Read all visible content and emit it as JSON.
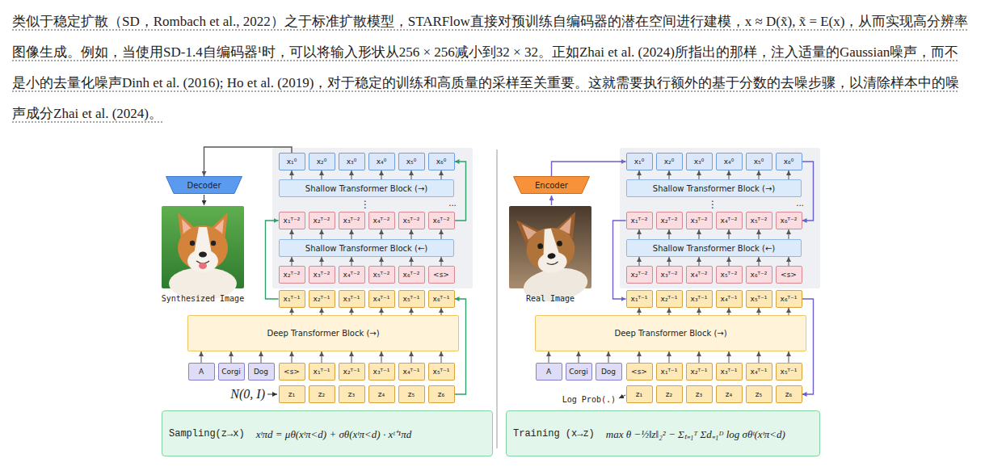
{
  "diagram": {
    "nodes": [
      {
        "text": [
          "Decoder"
        ]
      },
      {
        "text": [
          "x₁⁰"
        ]
      },
      {
        "text": [
          "x₂⁰"
        ]
      },
      {
        "text": [
          "x₃⁰"
        ]
      },
      {
        "text": [
          "x₄⁰"
        ]
      },
      {
        "text": [
          "x₅⁰"
        ]
      },
      {
        "text": [
          "x₆⁰"
        ]
      },
      {
        "text": [
          "Shallow Transformer Block (→)"
        ]
      },
      {
        "text": [
          "x₁ᵀ⁻²"
        ]
      },
      {
        "text": [
          "x₂ᵀ⁻²"
        ]
      },
      {
        "text": [
          "x₃ᵀ⁻²"
        ]
      },
      {
        "text": [
          "x₄ᵀ⁻²"
        ]
      },
      {
        "text": [
          "x₅ᵀ⁻²"
        ]
      },
      {
        "text": [
          "x₆ᵀ⁻²"
        ]
      },
      {
        "text": [
          "Shallow Transformer Block (←)"
        ]
      },
      {
        "text": [
          "x₂ᵀ⁻²"
        ]
      },
      {
        "text": [
          "x₃ᵀ⁻²"
        ]
      },
      {
        "text": [
          "x₄ᵀ⁻²"
        ]
      },
      {
        "text": [
          "x₅ᵀ⁻²"
        ]
      },
      {
        "text": [
          "x₆ᵀ⁻²"
        ]
      },
      {
        "text": [
          "<s>"
        ]
      },
      {
        "text": [
          "x₁ᵀ⁻¹"
        ]
      },
      {
        "text": [
          "x₂ᵀ⁻¹"
        ]
      },
      {
        "text": [
          "x₃ᵀ⁻¹"
        ]
      },
      {
        "text": [
          "x₄ᵀ⁻¹"
        ]
      },
      {
        "text": [
          "x₅ᵀ⁻¹"
        ]
      },
      {
        "text": [
          "x₆ᵀ⁻¹"
        ]
      },
      {
        "text": [
          "Deep Transformer Block (→)"
        ]
      },
      {
        "text": [
          "A"
        ]
      },
      {
        "text": [
          "Corgi"
        ]
      },
      {
        "text": [
          "Dog"
        ]
      },
      {
        "text": [
          "<s>"
        ]
      },
      {
        "text": [
          "x₁ᵀ⁻¹"
        ]
      },
      {
        "text": [
          "x₂ᵀ⁻¹"
        ]
      },
      {
        "text": [
          "x₃ᵀ⁻¹"
        ]
      },
      {
        "text": [
          "x₄ᵀ⁻¹"
        ]
      },
      {
        "text": [
          "x₅ᵀ⁻¹"
        ]
      },
      {
        "text": [
          "z₁"
        ]
      },
      {
        "text": [
          "z₂"
        ]
      },
      {
        "text": [
          "z₃"
        ]
      },
      {
        "text": [
          "z₄"
        ]
      },
      {
        "text": [
          "z₅"
        ]
      },
      {
        "text": [
          "z₆"
        ]
      },
      {
        "text": [
          "Sampling(z→x)",
          "xᵗπd = μθ(xᵗπ<d) + σθ(xᵗπ<d) · xᵗ⁺¹πd"
        ]
      },
      {
        "text": [
          "Encoder"
        ]
      },
      {
        "text": [
          "x₁⁰"
        ]
      },
      {
        "text": [
          "x₂⁰"
        ]
      },
      {
        "text": [
          "x₃⁰"
        ]
      },
      {
        "text": [
          "x₄⁰"
        ]
      },
      {
        "text": [
          "x₅⁰"
        ]
      },
      {
        "text": [
          "x₆⁰"
        ]
      },
      {
        "text": [
          "Shallow Transformer Block (→)"
        ]
      },
      {
        "text": [
          "x₁ᵀ⁻²"
        ]
      },
      {
        "text": [
          "x₂ᵀ⁻²"
        ]
      },
      {
        "text": [
          "x₃ᵀ⁻²"
        ]
      },
      {
        "text": [
          "x₄ᵀ⁻²"
        ]
      },
      {
        "text": [
          "x₅ᵀ⁻²"
        ]
      },
      {
        "text": [
          "x₆ᵀ⁻²"
        ]
      },
      {
        "text": [
          "Shallow Transformer Block (←)"
        ]
      },
      {
        "text": [
          "x₂ᵀ⁻²"
        ]
      },
      {
        "text": [
          "x₃ᵀ⁻²"
        ]
      },
      {
        "text": [
          "x₄ᵀ⁻²"
        ]
      },
      {
        "text": [
          "x₅ᵀ⁻²"
        ]
      },
      {
        "text": [
          "x₆ᵀ⁻²"
        ]
      },
      {
        "text": [
          "<s>"
        ]
      },
      {
        "text": [
          "x₁ᵀ⁻¹"
        ]
      },
      {
        "text": [
          "x₂ᵀ⁻¹"
        ]
      },
      {
        "text": [
          "x₃ᵀ⁻¹"
        ]
      },
      {
        "text": [
          "x₄ᵀ⁻¹"
        ]
      },
      {
        "text": [
          "x₅ᵀ⁻¹"
        ]
      },
      {
        "text": [
          "x₆ᵀ⁻¹"
        ]
      },
      {
        "text": [
          "Deep Transformer Block (→)"
        ]
      },
      {
        "text": [
          "A"
        ]
      },
      {
        "text": [
          "Corgi"
        ]
      },
      {
        "text": [
          "Dog"
        ]
      },
      {
        "text": [
          "<s>"
        ]
      },
      {
        "text": [
          "x₁ᵀ⁻¹"
        ]
      },
      {
        "text": [
          "x₂ᵀ⁻¹"
        ]
      },
      {
        "text": [
          "x₃ᵀ⁻¹"
        ]
      },
      {
        "text": [
          "x₄ᵀ⁻¹"
        ]
      },
      {
        "text": [
          "x₅ᵀ⁻¹"
        ]
      },
      {
        "text": [
          "z₁"
        ]
      },
      {
        "text": [
          "z₂"
        ]
      },
      {
        "text": [
          "z₃"
        ]
      },
      {
        "text": [
          "z₄"
        ]
      },
      {
        "text": [
          "z₅"
        ]
      },
      {
        "text": [
          "z₆"
        ]
      },
      {
        "text": [
          "Training (x→z)",
          "max θ −½‖z‖₂² − Σₜ₌₁ᵀ Σd₌₁ᴰ log σθᵗ(xᵗπ<d)"
        ]
      }
    ],
    "edges": [
      {
        "from": 1,
        "to": 0,
        "arrow": "to"
      },
      {
        "from": 42,
        "to": 26,
        "arrow": "to"
      },
      {
        "from": 21,
        "to": 8,
        "arrow": "to"
      },
      {
        "from": 13,
        "to": 6,
        "arrow": "to"
      },
      {
        "from": 28,
        "to": 27,
        "arrow": "to"
      },
      {
        "from": 29,
        "to": 27,
        "arrow": "to"
      },
      {
        "from": 30,
        "to": 27,
        "arrow": "to"
      },
      {
        "from": 31,
        "to": 27,
        "arrow": "to"
      },
      {
        "from": 32,
        "to": 27,
        "arrow": "to"
      },
      {
        "from": 33,
        "to": 27,
        "arrow": "to"
      },
      {
        "from": 34,
        "to": 27,
        "arrow": "to"
      },
      {
        "from": 35,
        "to": 27,
        "arrow": "to"
      },
      {
        "from": 36,
        "to": 27,
        "arrow": "to"
      },
      {
        "from": 27,
        "to": 21,
        "arrow": "to"
      },
      {
        "from": 27,
        "to": 22,
        "arrow": "to"
      },
      {
        "from": 27,
        "to": 23,
        "arrow": "to"
      },
      {
        "from": 27,
        "to": 24,
        "arrow": "to"
      },
      {
        "from": 27,
        "to": 25,
        "arrow": "to"
      },
      {
        "from": 27,
        "to": 26,
        "arrow": "to"
      },
      {
        "from": 15,
        "to": 14,
        "arrow": "to"
      },
      {
        "from": 16,
        "to": 14,
        "arrow": "to"
      },
      {
        "from": 17,
        "to": 14,
        "arrow": "to"
      },
      {
        "from": 18,
        "to": 14,
        "arrow": "to"
      },
      {
        "from": 19,
        "to": 14,
        "arrow": "to"
      },
      {
        "from": 20,
        "to": 14,
        "arrow": "to"
      },
      {
        "from": 14,
        "to": 8,
        "arrow": "to"
      },
      {
        "from": 14,
        "to": 9,
        "arrow": "to"
      },
      {
        "from": 14,
        "to": 10,
        "arrow": "to"
      },
      {
        "from": 14,
        "to": 11,
        "arrow": "to"
      },
      {
        "from": 14,
        "to": 12,
        "arrow": "to"
      },
      {
        "from": 14,
        "to": 13,
        "arrow": "to"
      },
      {
        "from": 7,
        "to": 1,
        "arrow": "to"
      },
      {
        "from": 7,
        "to": 2,
        "arrow": "to"
      },
      {
        "from": 7,
        "to": 3,
        "arrow": "to"
      },
      {
        "from": 7,
        "to": 4,
        "arrow": "to"
      },
      {
        "from": 7,
        "to": 5,
        "arrow": "to"
      },
      {
        "from": 7,
        "to": 6,
        "arrow": "to"
      },
      {
        "from": 44,
        "to": 45,
        "arrow": "to"
      },
      {
        "from": 50,
        "to": 57,
        "arrow": "to"
      },
      {
        "from": 52,
        "to": 65,
        "arrow": "to"
      },
      {
        "from": 70,
        "to": 86,
        "arrow": "to"
      },
      {
        "from": 72,
        "to": 71,
        "arrow": "to"
      },
      {
        "from": 73,
        "to": 71,
        "arrow": "to"
      },
      {
        "from": 74,
        "to": 71,
        "arrow": "to"
      },
      {
        "from": 75,
        "to": 71,
        "arrow": "to"
      },
      {
        "from": 76,
        "to": 71,
        "arrow": "to"
      },
      {
        "from": 77,
        "to": 71,
        "arrow": "to"
      },
      {
        "from": 78,
        "to": 71,
        "arrow": "to"
      },
      {
        "from": 79,
        "to": 71,
        "arrow": "to"
      },
      {
        "from": 80,
        "to": 71,
        "arrow": "to"
      },
      {
        "from": 71,
        "to": 65,
        "arrow": "to"
      },
      {
        "from": 71,
        "to": 66,
        "arrow": "to"
      },
      {
        "from": 71,
        "to": 67,
        "arrow": "to"
      },
      {
        "from": 71,
        "to": 68,
        "arrow": "to"
      },
      {
        "from": 71,
        "to": 69,
        "arrow": "to"
      },
      {
        "from": 71,
        "to": 70,
        "arrow": "to"
      },
      {
        "from": 59,
        "to": 58,
        "arrow": "to"
      },
      {
        "from": 60,
        "to": 58,
        "arrow": "to"
      },
      {
        "from": 61,
        "to": 58,
        "arrow": "to"
      },
      {
        "from": 62,
        "to": 58,
        "arrow": "to"
      },
      {
        "from": 63,
        "to": 58,
        "arrow": "to"
      },
      {
        "from": 64,
        "to": 58,
        "arrow": "to"
      },
      {
        "from": 58,
        "to": 52,
        "arrow": "to"
      },
      {
        "from": 58,
        "to": 53,
        "arrow": "to"
      },
      {
        "from": 58,
        "to": 54,
        "arrow": "to"
      },
      {
        "from": 58,
        "to": 55,
        "arrow": "to"
      },
      {
        "from": 58,
        "to": 56,
        "arrow": "to"
      },
      {
        "from": 58,
        "to": 57,
        "arrow": "to"
      },
      {
        "from": 51,
        "to": 45,
        "arrow": "to"
      },
      {
        "from": 51,
        "to": 46,
        "arrow": "to"
      },
      {
        "from": 51,
        "to": 47,
        "arrow": "to"
      },
      {
        "from": 51,
        "to": 48,
        "arrow": "to"
      },
      {
        "from": 51,
        "to": 49,
        "arrow": "to"
      },
      {
        "from": 51,
        "to": 50,
        "arrow": "to"
      }
    ],
    "labels": [
      "类似于稳定扩散（SD，Rombach et al., 2022）之于标准扩散模型，STARFlow直接对预训练自编码器的潜在空间进行建模，x ≈ D(x̃), x̃ = E(x)，从而实现高分辨率图像生成。例如，当使用SD-1.4自编码器¹时，可以将输入形状从256 × 256减小到32 × 32。正如Zhai et al. (2024)所指出的那样，注入适量的Gaussian噪声，而不是小的去量化噪声Dinh et al. (2016); Ho et al. (2019)，对于稳定的训练和高质量的采样至关重要。这就需要执行额外的基于分数的去噪步骤，以清除样本中的噪声成分Zhai et al. (2024)。",
      "Synthesized Image",
      "N(0, I)",
      "⋮",
      "...",
      "Real Image",
      "Log Prob(.)",
      "⋮",
      "..."
    ]
  }
}
